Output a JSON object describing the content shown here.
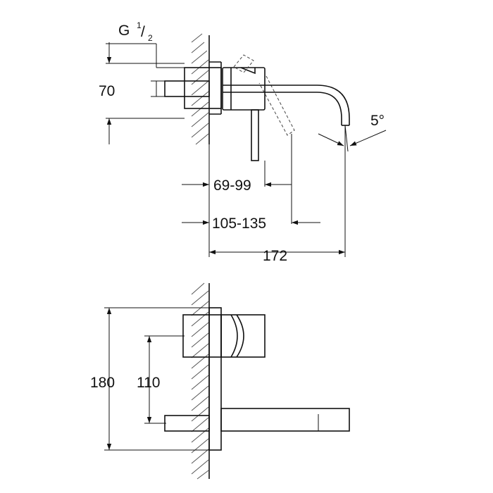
{
  "side_view": {
    "thread_g": "G",
    "thread_num": "1",
    "thread_den": "2",
    "dim_70": "70",
    "dim_69_99": "69-99",
    "dim_105_135": "105-135",
    "dim_172": "172",
    "angle_5": "5°"
  },
  "front_view": {
    "dim_180": "180",
    "dim_110": "110"
  }
}
